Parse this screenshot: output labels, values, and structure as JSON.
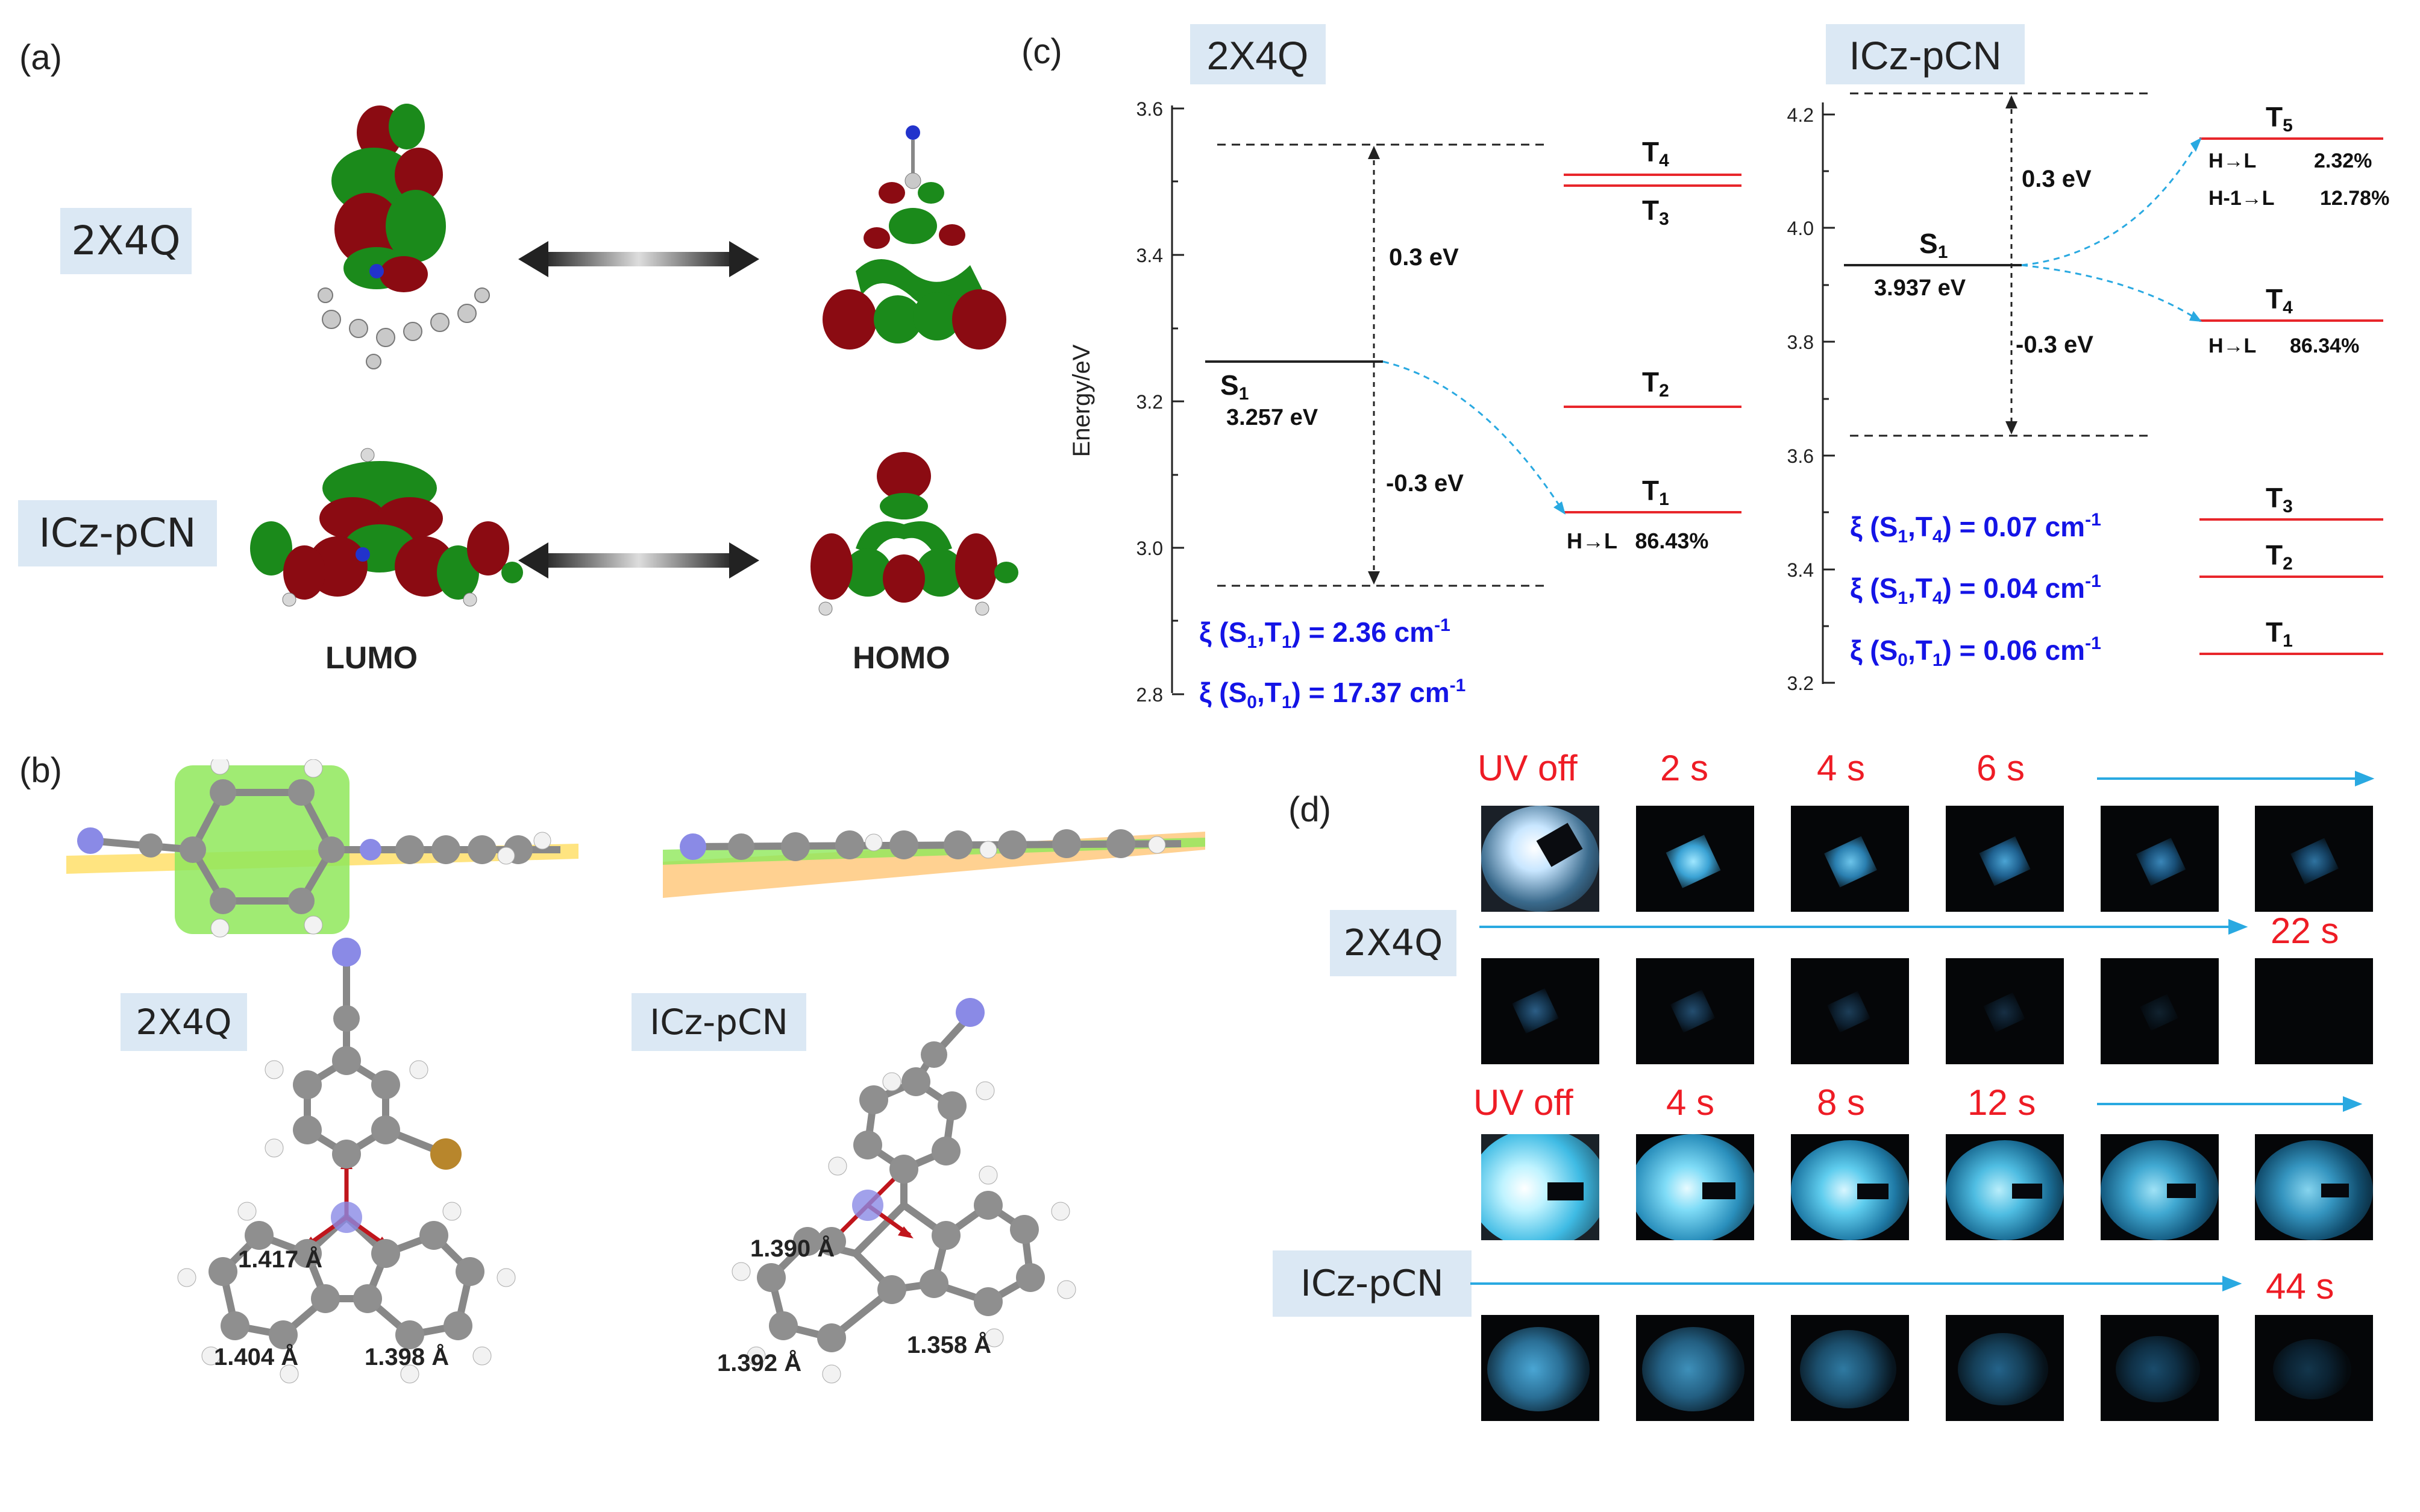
{
  "panels": {
    "a": "(a)",
    "b": "(b)",
    "c": "(c)",
    "d": "(d)"
  },
  "molecules": {
    "m1": "2X4Q",
    "m2": "ICz-pCN"
  },
  "orbitals": {
    "lumo": "LUMO",
    "homo": "HOMO"
  },
  "bonds": {
    "m1": [
      "1.417 Å",
      "1.404 Å",
      "1.398 Å"
    ],
    "m2": [
      "1.390 Å",
      "1.392 Å",
      "1.358 Å"
    ]
  },
  "energy_diagrams": {
    "ylabel": "Energy/eV",
    "left": {
      "title": "2X4Q",
      "ticks": [
        "3.6",
        "3.4",
        "3.2",
        "3.0",
        "2.8"
      ],
      "s1_label": "S",
      "s1_sub": "1",
      "s1_value": "3.257 eV",
      "up_gap": "0.3 eV",
      "down_gap": "-0.3 eV",
      "t_labels": [
        "T",
        "T",
        "T",
        "T"
      ],
      "t_subs": [
        "4",
        "3",
        "2",
        "1"
      ],
      "transition": "H→L   86.43%",
      "soc": [
        {
          "pre": "ξ (S",
          "a": "1",
          "mid": ",T",
          "b": "1",
          "post": ") = 2.36 cm",
          "sup": "-1"
        },
        {
          "pre": "ξ (S",
          "a": "0",
          "mid": ",T",
          "b": "1",
          "post": ") = 17.37 cm",
          "sup": "-1"
        }
      ]
    },
    "right": {
      "title": "ICz-pCN",
      "ticks": [
        "4.2",
        "4.0",
        "3.8",
        "3.6",
        "3.4",
        "3.2"
      ],
      "s1_label": "S",
      "s1_sub": "1",
      "s1_value": "3.937 eV",
      "up_gap": "0.3 eV",
      "down_gap": "-0.3 eV",
      "t_labels": [
        "T",
        "T",
        "T",
        "T",
        "T"
      ],
      "t_subs": [
        "5",
        "4",
        "3",
        "2",
        "1"
      ],
      "t5_trans": [
        "H→L",
        "2.32%",
        "H-1→L",
        "12.78%"
      ],
      "t4_trans": [
        "H→L",
        "86.34%"
      ],
      "soc": [
        {
          "pre": "ξ (S",
          "a": "1",
          "mid": ",T",
          "b": "4",
          "post": ") = 0.07 cm",
          "sup": "-1"
        },
        {
          "pre": "ξ (S",
          "a": "1",
          "mid": ",T",
          "b": "4",
          "post": ") = 0.04 cm",
          "sup": "-1"
        },
        {
          "pre": "ξ (S",
          "a": "0",
          "mid": ",T",
          "b": "1",
          "post": ") = 0.06 cm",
          "sup": "-1"
        }
      ]
    }
  },
  "afterglow": {
    "m1": {
      "label": "2X4Q",
      "times": [
        "UV off",
        "2 s",
        "4 s",
        "6 s"
      ],
      "end": "22 s"
    },
    "m2": {
      "label": "ICz-pCN",
      "times": [
        "UV off",
        "4 s",
        "8 s",
        "12 s"
      ],
      "end": "44 s"
    }
  },
  "colors": {
    "level_red": "#e8262b",
    "arrow_blue": "#29a9e1",
    "soc_blue": "#1414e6",
    "time_red": "#ee1c25",
    "lobe_red": "#8b0b12",
    "lobe_green": "#1b8a1b"
  }
}
